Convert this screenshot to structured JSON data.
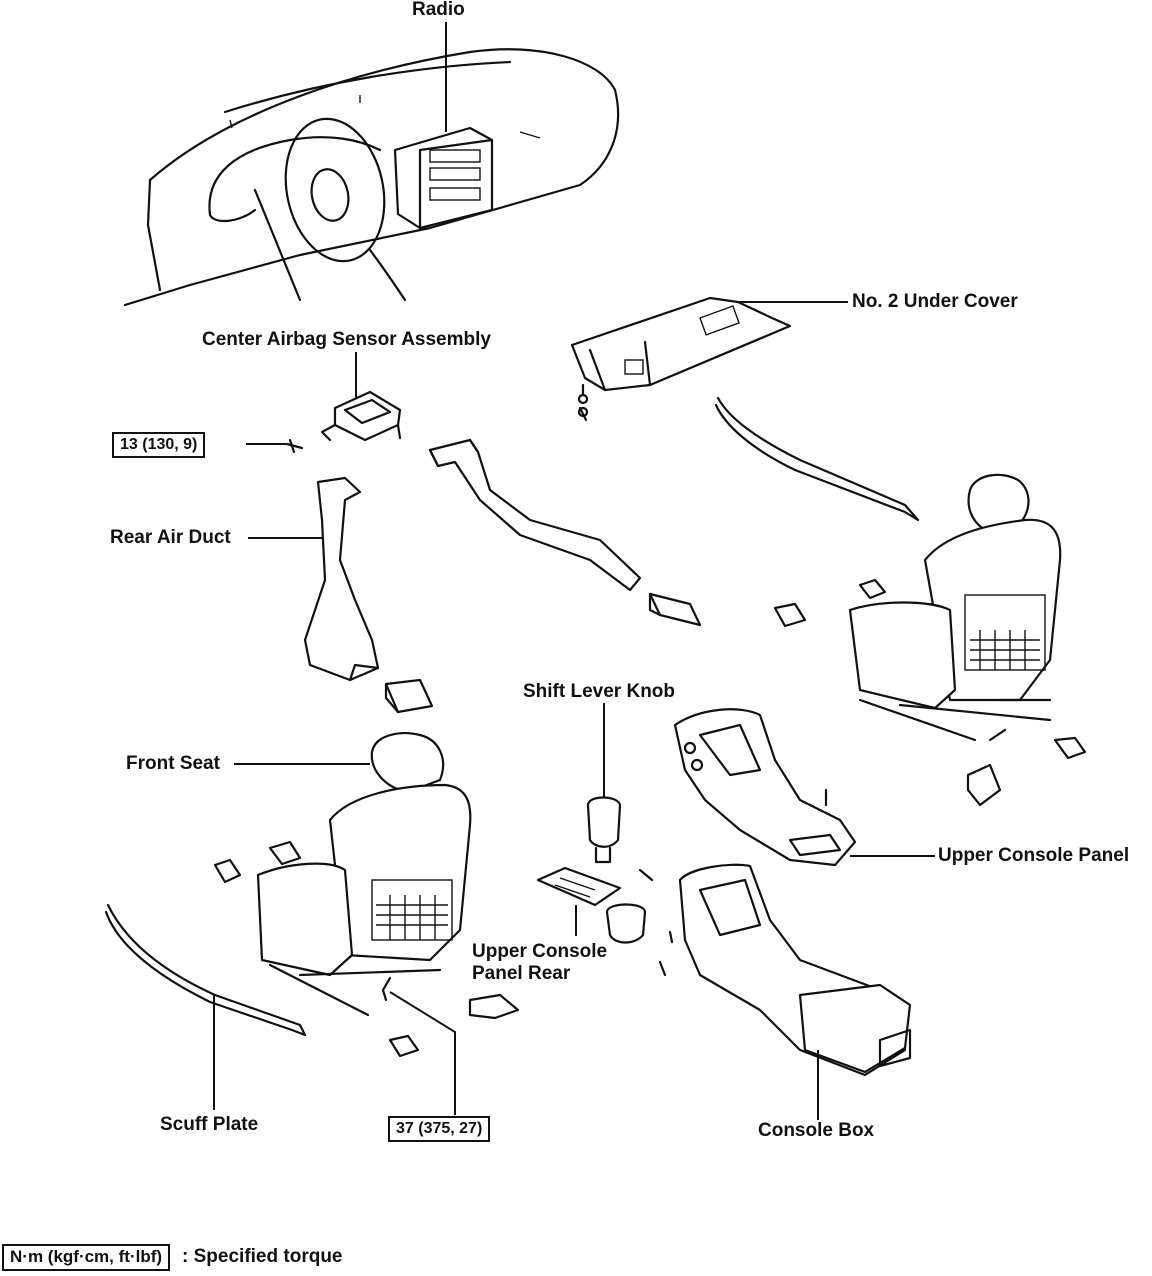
{
  "labels": {
    "radio": "Radio",
    "no2_under_cover": "No. 2 Under Cover",
    "center_airbag_sensor": "Center Airbag Sensor Assembly",
    "rear_air_duct": "Rear Air Duct",
    "shift_lever_knob": "Shift Lever Knob",
    "front_seat": "Front Seat",
    "upper_console_panel": "Upper Console Panel",
    "upper_console_panel_rear_line1": "Upper Console",
    "upper_console_panel_rear_line2": "Panel Rear",
    "scuff_plate": "Scuff Plate",
    "console_box": "Console Box"
  },
  "torque": {
    "sensor_bolt": "13 (130, 9)",
    "seat_bolt": "37 (375, 27)"
  },
  "legend": {
    "units": "N·m (kgf·cm, ft·lbf)",
    "meaning": ": Specified torque"
  }
}
